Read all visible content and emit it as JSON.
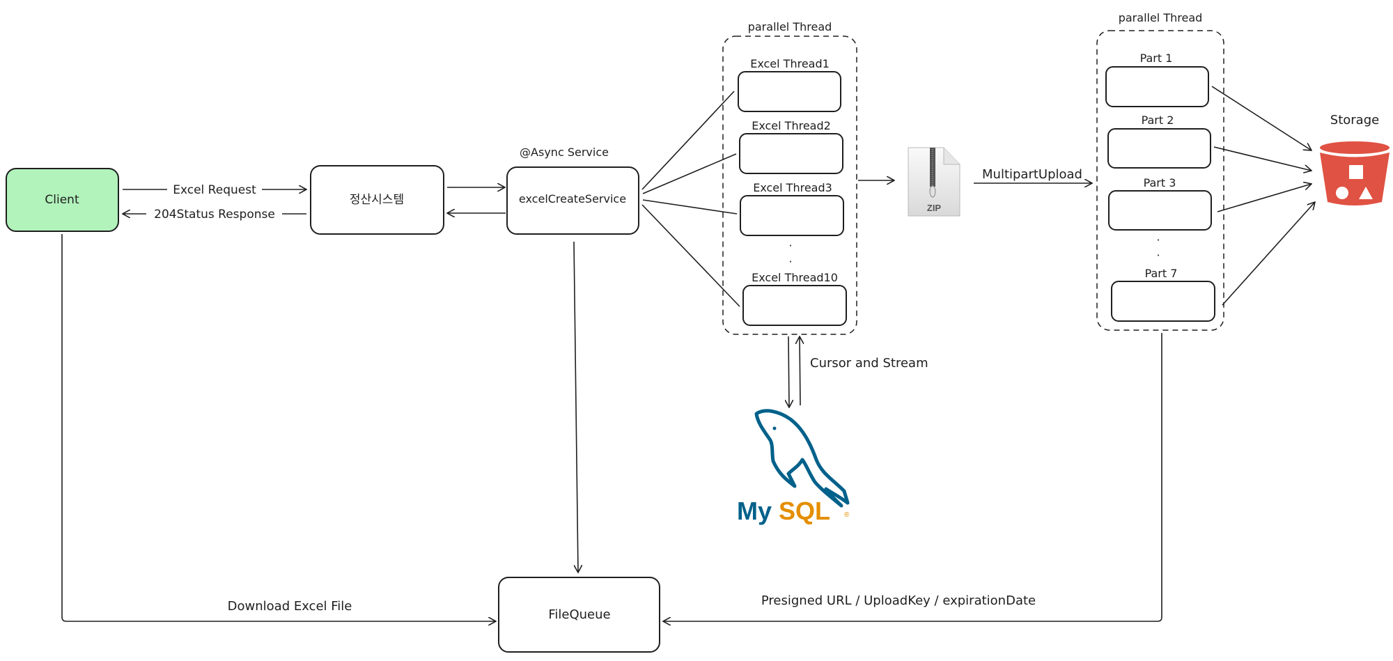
{
  "diagram": {
    "nodes": {
      "client": "Client",
      "settlement": "정산시스템",
      "excel_service": "excelCreateService",
      "excel_service_caption": "@Async Service",
      "file_queue": "FileQueue",
      "storage": "Storage",
      "mysql": {
        "my": "My",
        "sql": "SQL",
        "reg": "®"
      },
      "zip": "ZIP"
    },
    "excel_threads": {
      "title": "parallel Thread",
      "items": [
        "Excel Thread1",
        "Excel Thread2",
        "Excel Thread3",
        "Excel Thread10"
      ],
      "ellipsis": "·"
    },
    "upload_parts": {
      "title": "parallel Thread",
      "items": [
        "Part 1",
        "Part 2",
        "Part 3",
        "Part 7"
      ],
      "ellipsis": "·"
    },
    "edges": {
      "excel_request": "Excel Request",
      "status_response": "204Status Response",
      "multipart_upload": "MultipartUpload",
      "cursor_stream": "Cursor and Stream",
      "download": "Download Excel File",
      "presigned": "Presigned URL / UploadKey / expirationDate"
    },
    "colors": {
      "client_fill": "#b2f2bb",
      "storage_red": "#e05243",
      "mysql_blue": "#00618a",
      "mysql_orange": "#e48e00"
    }
  }
}
